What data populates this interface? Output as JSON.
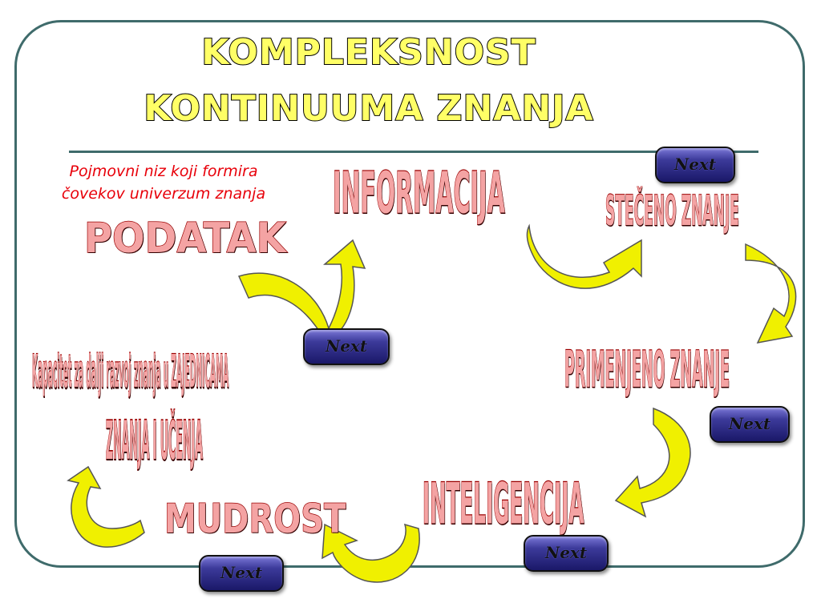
{
  "title": {
    "line1": "KOMPLEKSNOST",
    "line2": "KONTINUUMA ZNANJA"
  },
  "subtitle": {
    "line1": "Pojmovni niz koji formira",
    "line2": "čovekov univerzum znanja"
  },
  "terms": {
    "podatak": "PODATAK",
    "informacija": "INFORMACIJA",
    "steceno": "STEČENO ZNANJE",
    "primenjeno": "PRIMENJENO ZNANJE",
    "inteligencija": "INTELIGENCIJA",
    "mudrost": "MUDROST",
    "kaspacitet": "Kapacitet za dalji razvoj znanja u ZAJEDNICAMA",
    "znanja": "ZNANJA I UČENJA"
  },
  "buttons": {
    "next_label": "Next"
  },
  "colors": {
    "frame": "#3f6b6b",
    "title_fill": "#ffff66",
    "term_fill": "#f4a3a3",
    "term_outline": "#9a0000",
    "subtitle": "#e8000a",
    "arrow_fill": "#f0f000",
    "button": "#2a2880"
  },
  "icons": {
    "arrow": "curved-arrow-icon"
  }
}
